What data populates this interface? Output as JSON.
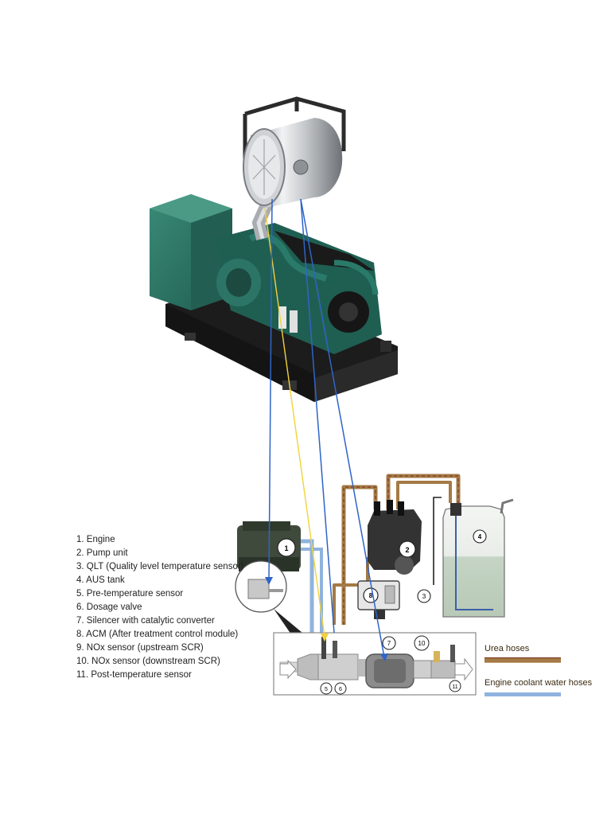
{
  "legend": {
    "items": [
      "1.  Engine",
      "2.  Pump unit",
      "3.  QLT (Quality level temperature sensor)",
      "4.  AUS tank",
      "5.  Pre-temperature sensor",
      "6.  Dosage valve",
      "7.  Silencer with catalytic converter",
      "8.  ACM (After treatment control module)",
      "9.  NOx sensor (upstream SCR)",
      "10. NOx sensor (downstream SCR)",
      "11.  Post-temperature sensor"
    ]
  },
  "hoses": {
    "urea_label": "Urea hoses",
    "coolant_label": "Engine coolant water hoses"
  },
  "callouts": {
    "n1": "1",
    "n2": "2",
    "n3": "3",
    "n4": "4",
    "n5": "5",
    "n6": "6",
    "n7": "7",
    "n8": "8",
    "n10": "10",
    "n11": "11"
  },
  "colors": {
    "generator_green": "#2c7566",
    "engine_green": "#1f5f52",
    "frame": "#1c1c1c",
    "silencer_steel": "#b9bcc0",
    "urea_hose": "#a47a45",
    "urea_hose_inner": "#7a2f20",
    "coolant_hose": "#8fb3de",
    "pointer_blue": "#2f64c8",
    "pointer_yellow": "#f2d23a",
    "tank_fill": "#c8d6c8"
  },
  "icons": [
    "generator-set",
    "silencer-icon",
    "pump-unit-icon",
    "acm-module-icon",
    "aus-tank-icon"
  ]
}
